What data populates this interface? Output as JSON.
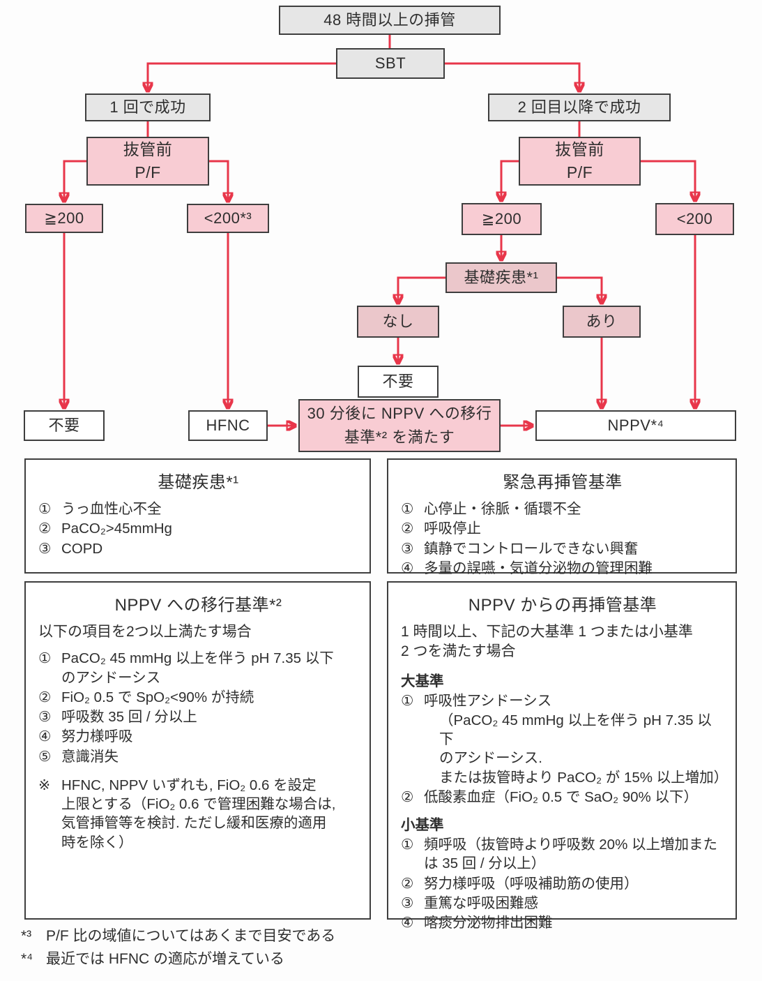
{
  "colors": {
    "arrow_red": "#e8364a",
    "node_gray_bg": "#e6e6e6",
    "node_pink_bg": "#f8ccd3",
    "node_dusty_pink_bg": "#ebc7cb",
    "node_border": "#3e3e3e"
  },
  "flow": {
    "intubation": "48 時間以上の挿管",
    "sbt": "SBT",
    "first_success": "1 回で成功",
    "later_success": "2 回目以降で成功",
    "pre_extubation_pf_left": "抜管前\nP/F",
    "pre_extubation_pf_right": "抜管前\nP/F",
    "pf_ge200_left": "≧200",
    "pf_lt200_left": "<200*³",
    "pf_ge200_right": "≧200",
    "pf_lt200_right": "<200",
    "underlying_disease": "基礎疾患*¹",
    "disease_none": "なし",
    "disease_present": "あり",
    "not_needed_center": "不要",
    "not_needed_left": "不要",
    "hfnc": "HFNC",
    "nppv_transition_check": "30 分後に NPPV への移行\n基準*² を満たす",
    "nppv": "NPPV*⁴"
  },
  "info_boxes": {
    "underlying": {
      "title": "基礎疾患*¹",
      "items": [
        {
          "marker": "①",
          "text": "うっ血性心不全"
        },
        {
          "marker": "②",
          "text": "PaCO₂>45mmHg"
        },
        {
          "marker": "③",
          "text": "COPD"
        }
      ]
    },
    "emergency": {
      "title": "緊急再挿管基準",
      "items": [
        {
          "marker": "①",
          "text": "心停止・徐脈・循環不全"
        },
        {
          "marker": "②",
          "text": "呼吸停止"
        },
        {
          "marker": "③",
          "text": "鎮静でコントロールできない興奮"
        },
        {
          "marker": "④",
          "text": "多量の誤嚥・気道分泌物の管理困難"
        }
      ]
    },
    "transition": {
      "title": "NPPV への移行基準*²",
      "lead": "以下の項目を2つ以上満たす場合",
      "items": [
        {
          "marker": "①",
          "text": "PaCO₂  45 mmHg 以上を伴う pH 7.35 以下\nのアシドーシス"
        },
        {
          "marker": "②",
          "text": "FiO₂  0.5 で SpO₂<90% が持続"
        },
        {
          "marker": "③",
          "text": "呼吸数 35 回 / 分以上"
        },
        {
          "marker": "④",
          "text": "努力様呼吸"
        },
        {
          "marker": "⑤",
          "text": "意識消失"
        }
      ],
      "note_marker": "※",
      "note": "HFNC, NPPV いずれも, FiO₂ 0.6 を設定\n上限とする（FiO₂ 0.6 で管理困難な場合は,\n気管挿管等を検討. ただし緩和医療的適用\n時を除く）"
    },
    "reintubation": {
      "title": "NPPV からの再挿管基準",
      "lead": "1 時間以上、下記の大基準 1 つまたは小基準\n2 つを満たす場合",
      "major_head": "大基準",
      "major_items": [
        {
          "marker": "①",
          "text": "呼吸性アシドーシス",
          "sub": "（PaCO₂ 45 mmHg 以上を伴う pH 7.35 以下\nのアシドーシス.\nまたは抜管時より PaCO₂ が 15% 以上増加）"
        },
        {
          "marker": "②",
          "text": "低酸素血症（FiO₂ 0.5 で SaO₂ 90% 以下）"
        }
      ],
      "minor_head": "小基準",
      "minor_items": [
        {
          "marker": "①",
          "text": "頻呼吸（抜管時より呼吸数 20% 以上増加また\nは 35 回 / 分以上）"
        },
        {
          "marker": "②",
          "text": "努力様呼吸（呼吸補助筋の使用）"
        },
        {
          "marker": "③",
          "text": "重篤な呼吸困難感"
        },
        {
          "marker": "④",
          "text": "喀痰分泌物排出困難"
        }
      ]
    }
  },
  "footnotes": [
    {
      "marker": "*³",
      "text": "P/F 比の域値についてはあくまで目安である"
    },
    {
      "marker": "*⁴",
      "text": "最近では HFNC の適応が増えている"
    }
  ]
}
